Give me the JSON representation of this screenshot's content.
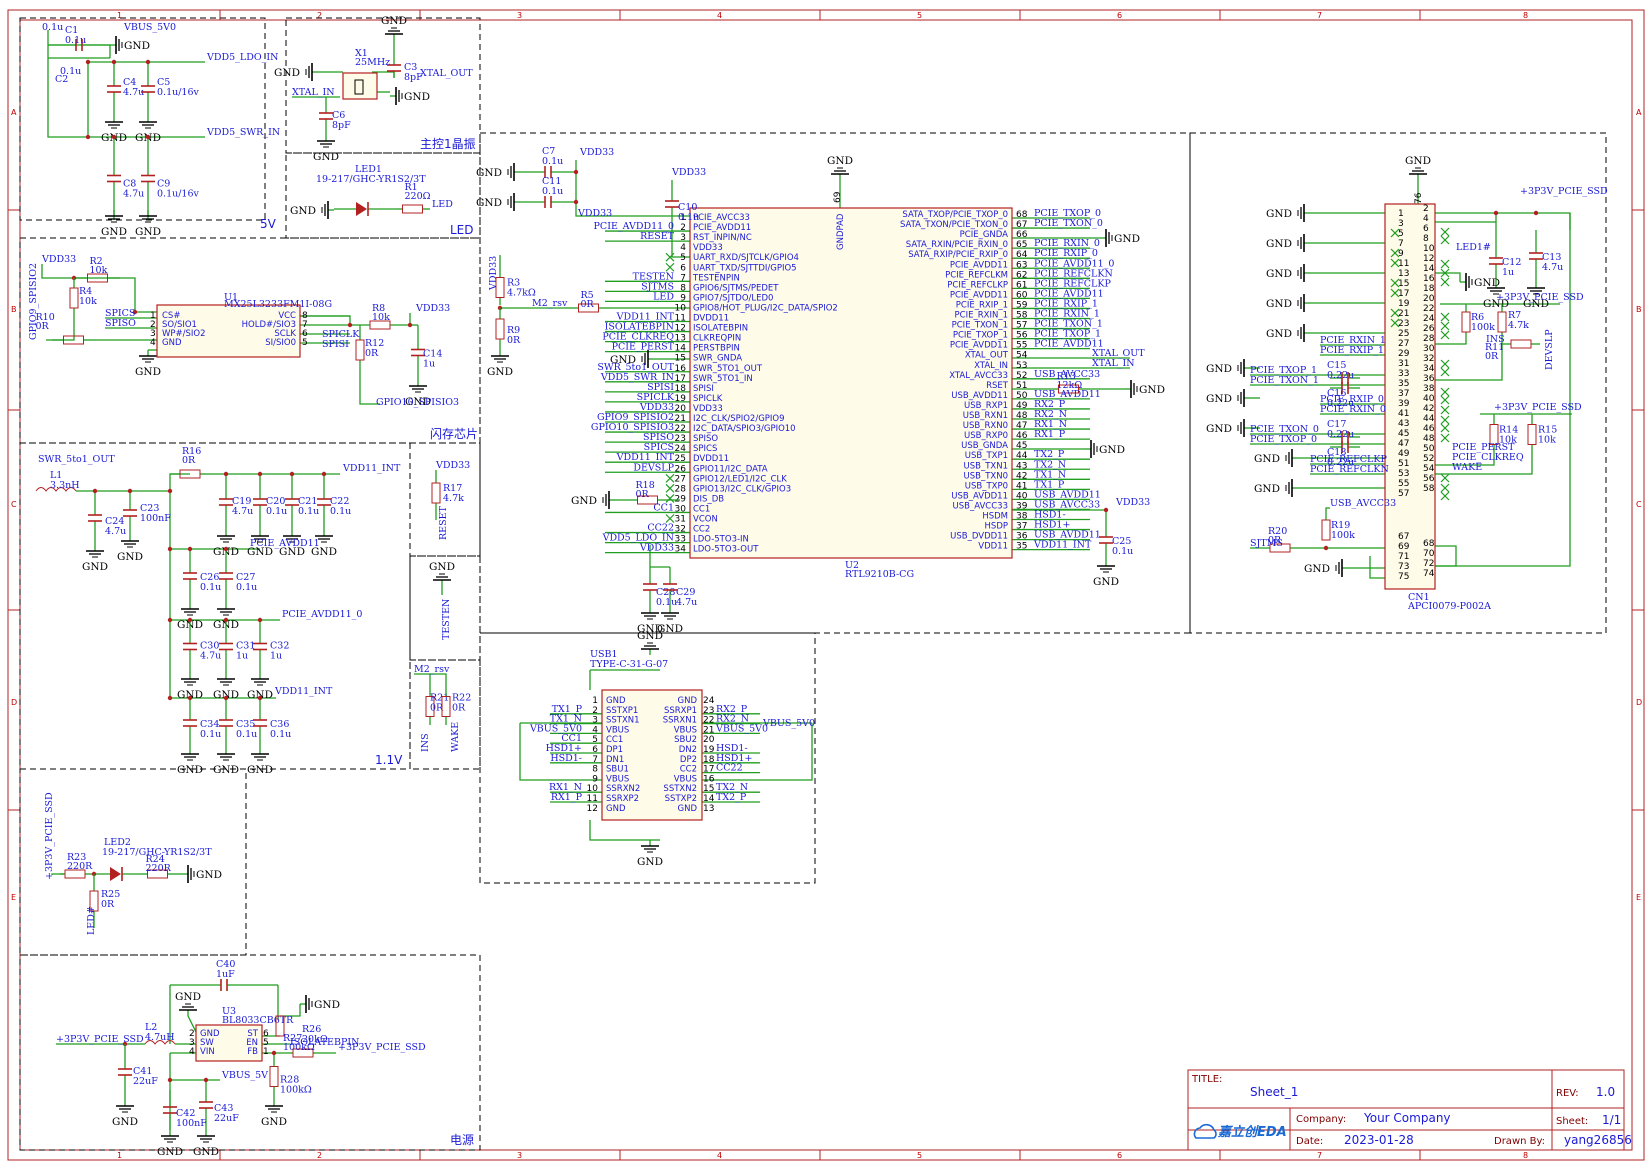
{
  "frame": {
    "columns": [
      "1",
      "2",
      "3",
      "4",
      "5",
      "6",
      "7",
      "8"
    ],
    "rows": [
      "A",
      "B",
      "C",
      "D",
      "E"
    ]
  },
  "blocks": {
    "power_5v": "5V",
    "crystal": "主控1晶振",
    "led": "LED",
    "flash": "闪存芯片",
    "v1_1": "1.1V",
    "power": "电源"
  },
  "title_block": {
    "title_label": "TITLE:",
    "title": "Sheet_1",
    "rev_label": "REV:",
    "rev": "1.0",
    "company_label": "Company:",
    "company": "Your Company",
    "sheet_label": "Sheet:",
    "sheet": "1/1",
    "date_label": "Date:",
    "date": "2023-01-28",
    "drawn_label": "Drawn By:",
    "drawn": "yang26856",
    "logo": "嘉立创EDA"
  },
  "gnd": "GND",
  "nets": {
    "vbus_5v0": "VBUS_5V0",
    "vdd5_ldo_in": "VDD5_LDO_IN",
    "vdd5_swr_in": "VDD5_SWR_IN",
    "xtal_in": "XTAL_IN",
    "xtal_out": "XTAL_OUT",
    "vdd33": "VDD33",
    "gpio9": "GPIO9_SPISIO2",
    "gpio10": "GPIO10_SPISIO3",
    "spics": "SPICS",
    "spiso": "SPISO",
    "spiclk": "SPICLK",
    "spisi": "SPISI",
    "swr_out": "SWR_5to1_OUT",
    "vdd11_int": "VDD11_INT",
    "pcie_avdd11": "PCIE_AVDD11",
    "pcie_avdd11_0": "PCIE_AVDD11_0",
    "reset": "RESET",
    "testen": "TESTEN",
    "m2_rsv": "M2_rsv",
    "ins": "INS",
    "wake": "WAKE",
    "p3v3": "+3P3V_PCIE_SSD",
    "led_n": "LED#",
    "isolatebpin": "ISOLATEBPIN",
    "vbus_5v": "VBUS_5V",
    "devslp": "DEVSLP",
    "sjtms": "SJTMS",
    "usb_avcc33": "USB_AVCC33",
    "usb_avdd11": "USB_AVDD11",
    "xtal_out2": "XTAL_OUT",
    "xtal_in2": "XTAL_IN"
  },
  "components": {
    "c1": {
      "ref": "C1",
      "val": "0.1u"
    },
    "c2": {
      "ref": "C2",
      "val": "0.1u"
    },
    "c4": {
      "ref": "C4",
      "val": "4.7u"
    },
    "c5": {
      "ref": "C5",
      "val": "0.1u/16v"
    },
    "c8": {
      "ref": "C8",
      "val": "4.7u"
    },
    "c9": {
      "ref": "C9",
      "val": "0.1u/16v"
    },
    "x1": {
      "ref": "X1",
      "val": "25MHz"
    },
    "c3": {
      "ref": "C3",
      "val": "8pF"
    },
    "c6": {
      "ref": "C6",
      "val": "8pF"
    },
    "led1": {
      "ref": "LED1",
      "val": "19-217/GHC-YR1S2/3T"
    },
    "r1": {
      "ref": "R1",
      "val": "220Ω"
    },
    "u1": {
      "ref": "U1",
      "val": "MX25L3233FM1I-08G"
    },
    "r2": {
      "ref": "R2",
      "val": "10k"
    },
    "r4": {
      "ref": "R4",
      "val": "10k"
    },
    "r10": {
      "ref": "R10",
      "val": "0R"
    },
    "r8": {
      "ref": "R8",
      "val": "10k"
    },
    "r12": {
      "ref": "R12",
      "val": "0R"
    },
    "c14": {
      "ref": "C14",
      "val": "1u"
    },
    "l1": {
      "ref": "L1",
      "val": "3.3nH"
    },
    "r16": {
      "ref": "R16",
      "val": "0R"
    },
    "c24": {
      "ref": "C24",
      "val": "4.7u"
    },
    "c23": {
      "ref": "C23",
      "val": "100nF"
    },
    "c19": {
      "ref": "C19",
      "val": "4.7u"
    },
    "c20": {
      "ref": "C20",
      "val": "0.1u"
    },
    "c21": {
      "ref": "C21",
      "val": "0.1u"
    },
    "c22": {
      "ref": "C22",
      "val": "0.1u"
    },
    "c26": {
      "ref": "C26",
      "val": "0.1u"
    },
    "c27": {
      "ref": "C27",
      "val": "0.1u"
    },
    "c30": {
      "ref": "C30",
      "val": "4.7u"
    },
    "c31": {
      "ref": "C31",
      "val": "1u"
    },
    "c32": {
      "ref": "C32",
      "val": "1u"
    },
    "c34": {
      "ref": "C34",
      "val": "0.1u"
    },
    "c35": {
      "ref": "C35",
      "val": "0.1u"
    },
    "c36": {
      "ref": "C36",
      "val": "0.1u"
    },
    "r17": {
      "ref": "R17",
      "val": "4.7k"
    },
    "r21": {
      "ref": "R21",
      "val": "0R"
    },
    "r22": {
      "ref": "R22",
      "val": "0R"
    },
    "led2": {
      "ref": "LED2",
      "val": "19-217/GHC-YR1S2/3T"
    },
    "r23": {
      "ref": "R23",
      "val": "220R"
    },
    "r24": {
      "ref": "R24",
      "val": "220R"
    },
    "r25": {
      "ref": "R25",
      "val": "0R"
    },
    "c40": {
      "ref": "C40",
      "val": "1uF"
    },
    "u3": {
      "ref": "U3",
      "val": "BL8033CB6TR"
    },
    "l2": {
      "ref": "L2",
      "val": "4.7uH"
    },
    "r26": {
      "ref": "R26",
      "val": "20kΩ"
    },
    "r27": {
      "ref": "R27",
      "val": "100kΩ"
    },
    "r28": {
      "ref": "R28",
      "val": "100kΩ"
    },
    "c41": {
      "ref": "C41",
      "val": "22uF"
    },
    "c42": {
      "ref": "C42",
      "val": "100nF"
    },
    "c43": {
      "ref": "C43",
      "val": "22uF"
    },
    "u2": {
      "ref": "U2",
      "val": "RTL9210B-CG"
    },
    "c7": {
      "ref": "C7",
      "val": "0.1u"
    },
    "c11": {
      "ref": "C11",
      "val": "0.1u"
    },
    "c10": {
      "ref": "C10",
      "val": "0.1u"
    },
    "r3": {
      "ref": "R3",
      "val": "4.7kΩ"
    },
    "r9": {
      "ref": "R9",
      "val": "0R"
    },
    "r5": {
      "ref": "R5",
      "val": "0R"
    },
    "r18": {
      "ref": "R18",
      "val": "0R"
    },
    "c28": {
      "ref": "C28",
      "val": "0.1u"
    },
    "c29": {
      "ref": "C29",
      "val": "4.7u"
    },
    "r13": {
      "ref": "R13",
      "val": "12kΩ"
    },
    "c25": {
      "ref": "C25",
      "val": "0.1u"
    },
    "usb1": {
      "ref": "USB1",
      "val": "TYPE-C-31-G-07"
    },
    "c15": {
      "ref": "C15",
      "val": "0.22u"
    },
    "c16": {
      "ref": "C16",
      "val": "0.22u"
    },
    "c17": {
      "ref": "C17",
      "val": "0.22u"
    },
    "c18": {
      "ref": "C18",
      "val": "0.22u"
    },
    "c12": {
      "ref": "C12",
      "val": "1u"
    },
    "c13": {
      "ref": "C13",
      "val": "4.7u"
    },
    "r6": {
      "ref": "R6",
      "val": "100k"
    },
    "r7": {
      "ref": "R7",
      "val": "4.7k"
    },
    "r11": {
      "ref": "R11",
      "val": "0R"
    },
    "r14": {
      "ref": "R14",
      "val": "10k"
    },
    "r15": {
      "ref": "R15",
      "val": "10k"
    },
    "r19": {
      "ref": "R19",
      "val": "100k"
    },
    "r20": {
      "ref": "R20",
      "val": "0R"
    },
    "cn1": {
      "ref": "CN1",
      "val": "APCI0079-P002A"
    }
  },
  "u1_pins": {
    "left": [
      [
        "1",
        "CS#"
      ],
      [
        "2",
        "SO/SIO1"
      ],
      [
        "3",
        "WP#/SIO2"
      ],
      [
        "4",
        "GND"
      ]
    ],
    "right": [
      [
        "8",
        "VCC"
      ],
      [
        "7",
        "HOLD#/SIO3"
      ],
      [
        "6",
        "SCLK"
      ],
      [
        "5",
        "SI/SIO0"
      ]
    ]
  },
  "u2_pins": {
    "left": [
      [
        "1",
        "PCIE_AVCC33"
      ],
      [
        "2",
        "PCIE_AVDD11"
      ],
      [
        "3",
        "RST_INPIN/NC"
      ],
      [
        "4",
        "VDD33"
      ],
      [
        "5",
        "UART_RXD/SJTCLK/GPIO4"
      ],
      [
        "6",
        "UART_TXD/SJTTDI/GPIO5"
      ],
      [
        "7",
        "TESTENPIN"
      ],
      [
        "8",
        "GPIO6/SJTMS/PEDET"
      ],
      [
        "9",
        "GPIO7/SJTDO/LED0"
      ],
      [
        "10",
        "GPIO8/HOT_PLUG/I2C_DATA/SPIO2"
      ],
      [
        "11",
        "DVDD11"
      ],
      [
        "12",
        "ISOLATEBPIN"
      ],
      [
        "13",
        "CLKREQPIN"
      ],
      [
        "14",
        "PERSTBPIN"
      ],
      [
        "15",
        "SWR_GNDA"
      ],
      [
        "16",
        "SWR_5TO1_OUT"
      ],
      [
        "17",
        "SWR_5TO1_IN"
      ],
      [
        "18",
        "SPISI"
      ],
      [
        "19",
        "SPICLK"
      ],
      [
        "20",
        "VDD33"
      ],
      [
        "21",
        "I2C_CLK/SPIO2/GPIO9"
      ],
      [
        "22",
        "I2C_DATA/SPIO3/GPIO10"
      ],
      [
        "23",
        "SPISO"
      ],
      [
        "24",
        "SPICS"
      ],
      [
        "25",
        "DVDD11"
      ],
      [
        "26",
        "GPIO11/I2C_DATA"
      ],
      [
        "27",
        "GPIO12/LED1/I2C_CLK"
      ],
      [
        "28",
        "GPIO13/I2C_CLK/GPIO3"
      ],
      [
        "29",
        "DIS_DB"
      ],
      [
        "30",
        "CC1"
      ],
      [
        "31",
        "VCON"
      ],
      [
        "32",
        "CC2"
      ],
      [
        "33",
        "LDO-5TO3-IN"
      ],
      [
        "34",
        "LDO-5TO3-OUT"
      ]
    ],
    "right": [
      [
        "68",
        "SATA_TXOP/PCIE_TXOP_0"
      ],
      [
        "67",
        "SATA_TXON/PCIE_TXON_0"
      ],
      [
        "66",
        "PCIE_GNDA"
      ],
      [
        "65",
        "SATA_RXIN/PCIE_RXIN_0"
      ],
      [
        "64",
        "SATA_RXIP/PCIE_RXIP_0"
      ],
      [
        "63",
        "PCIE_AVDD11"
      ],
      [
        "62",
        "PCIE_REFCLKM"
      ],
      [
        "61",
        "PCIE_REFCLKP"
      ],
      [
        "60",
        "PCIE_AVDD11"
      ],
      [
        "59",
        "PCIE_RXIP_1"
      ],
      [
        "58",
        "PCIE_RXIN_1"
      ],
      [
        "57",
        "PCIE_TXON_1"
      ],
      [
        "56",
        "PCIE_TXOP_1"
      ],
      [
        "55",
        "PCIE_AVDD11"
      ],
      [
        "54",
        "XTAL_OUT"
      ],
      [
        "53",
        "XTAL_IN"
      ],
      [
        "52",
        "XTAL_AVCC33"
      ],
      [
        "51",
        "RSET"
      ],
      [
        "50",
        "USB_AVDD11"
      ],
      [
        "49",
        "USB_RXP1"
      ],
      [
        "48",
        "USB_RXN1"
      ],
      [
        "47",
        "USB_RXN0"
      ],
      [
        "46",
        "USB_RXP0"
      ],
      [
        "45",
        "USB_GNDA"
      ],
      [
        "44",
        "USB_TXP1"
      ],
      [
        "43",
        "USB_TXN1"
      ],
      [
        "42",
        "USB_TXN0"
      ],
      [
        "41",
        "USB_TXP0"
      ],
      [
        "40",
        "USB_AVDD11"
      ],
      [
        "39",
        "USB_AVCC33"
      ],
      [
        "38",
        "HSDM"
      ],
      [
        "37",
        "HSDP"
      ],
      [
        "36",
        "USB_DVDD11"
      ],
      [
        "35",
        "VDD11"
      ]
    ],
    "right_nets": [
      "PCIE_TXOP_0",
      "PCIE_TXON_0",
      "",
      "PCIE_RXIN_0",
      "PCIE_RXIP_0",
      "PCIE_AVDD11_0",
      "PCIE_REFCLKN",
      "PCIE_REFCLKP",
      "PCIE_AVDD11",
      "PCIE_RXIP_1",
      "PCIE_RXIN_1",
      "PCIE_TXON_1",
      "PCIE_TXOP_1",
      "PCIE_AVDD11",
      "",
      "",
      "USB_AVCC33",
      "",
      "USB_AVDD11",
      "RX2_P",
      "RX2_N",
      "RX1_N",
      "RX1_P",
      "",
      "TX2_P",
      "TX2_N",
      "TX1_N",
      "TX1_P",
      "USB_AVDD11",
      "USB_AVCC33",
      "HSD1-",
      "HSD1+",
      "USB_AVDD11",
      "VDD11_INT"
    ],
    "left_nets": [
      "",
      "PCIE_AVDD11_0",
      "RESET",
      "",
      "",
      "",
      "TESTEN",
      "SJTMS",
      "LED",
      "",
      "VDD11_INT",
      "ISOLATEBPIN",
      "PCIE_CLKREQ",
      "PCIE_PERST",
      "",
      "SWR_5to1_OUT",
      "VDD5_SWR_IN",
      "SPISI",
      "SPICLK",
      "VDD33",
      "GPIO9_SPISIO2",
      "GPIO10_SPISIO3",
      "SPISO",
      "SPICS",
      "VDD11_INT",
      "DEVSLP",
      "",
      "",
      "",
      "CC1",
      "",
      "CC22",
      "VDD5_LDO_IN",
      "VDD33"
    ],
    "pad": "GNDPAD",
    "pad_num": "69"
  },
  "usb1_pins": {
    "left": [
      [
        "1",
        "GND"
      ],
      [
        "2",
        "SSTXP1"
      ],
      [
        "3",
        "SSTXN1"
      ],
      [
        "4",
        "VBUS"
      ],
      [
        "5",
        "CC1"
      ],
      [
        "6",
        "DP1"
      ],
      [
        "7",
        "DN1"
      ],
      [
        "8",
        "SBU1"
      ],
      [
        "9",
        "VBUS"
      ],
      [
        "10",
        "SSRXN2"
      ],
      [
        "11",
        "SSRXP2"
      ],
      [
        "12",
        "GND"
      ]
    ],
    "right": [
      [
        "24",
        "GND"
      ],
      [
        "23",
        "SSRXP1"
      ],
      [
        "22",
        "SSRXN1"
      ],
      [
        "21",
        "VBUS"
      ],
      [
        "20",
        "SBU2"
      ],
      [
        "19",
        "DN2"
      ],
      [
        "18",
        "DP2"
      ],
      [
        "17",
        "CC2"
      ],
      [
        "16",
        "VBUS"
      ],
      [
        "15",
        "SSTXN2"
      ],
      [
        "14",
        "SSTXP2"
      ],
      [
        "13",
        "GND"
      ]
    ],
    "left_nets": [
      "",
      "TX1_P",
      "TX1_N",
      "VBUS_5V0",
      "CC1",
      "HSD1+",
      "HSD1-",
      "",
      "",
      "RX1_N",
      "RX1_P",
      ""
    ],
    "right_nets": [
      "",
      "RX2_P",
      "RX2_N",
      "VBUS_5V0",
      "",
      "HSD1-",
      "HSD1+",
      "CC22",
      "",
      "TX2_N",
      "TX2_P",
      ""
    ]
  },
  "cn1": {
    "left_nums": [
      "1",
      "3",
      "5",
      "7",
      "9",
      "11",
      "13",
      "15",
      "17",
      "19",
      "21",
      "23",
      "25",
      "27",
      "29",
      "31",
      "33",
      "35",
      "37",
      "39",
      "41",
      "43",
      "45",
      "47",
      "49",
      "51",
      "53",
      "55",
      "57"
    ],
    "right_nums": [
      "2",
      "4",
      "6",
      "8",
      "10",
      "12",
      "14",
      "16",
      "18",
      "20",
      "22",
      "24",
      "26",
      "28",
      "30",
      "32",
      "34",
      "36",
      "38",
      "40",
      "42",
      "44",
      "46",
      "48",
      "50",
      "52",
      "54",
      "56",
      "58"
    ],
    "bot_left": [
      "67",
      "69",
      "71",
      "73",
      "75"
    ],
    "bot_right": [
      "68",
      "70",
      "72",
      "74"
    ],
    "top": "76",
    "left_nets": [
      "PCIE_RXIN_1",
      "PCIE_RXIP_1",
      "PCIE_TXOP_1",
      "PCIE_TXON_1",
      "PCIE_RXIP_0",
      "PCIE_RXIN_0",
      "PCIE_TXON_0",
      "PCIE_TXOP_0",
      "PCIE_REFCLKP",
      "PCIE_REFCLKN"
    ],
    "right_nets": [
      "LED1#",
      "INS",
      "PCIE_PERST",
      "PCIE_CLKREQ",
      "WAKE"
    ]
  },
  "u3_pins": {
    "left": [
      [
        "2",
        "GND"
      ],
      [
        "3",
        "SW"
      ],
      [
        "4",
        "VIN"
      ]
    ],
    "right": [
      [
        "6",
        "ST"
      ],
      [
        "5",
        "EN"
      ],
      [
        "1",
        "FB"
      ]
    ]
  }
}
